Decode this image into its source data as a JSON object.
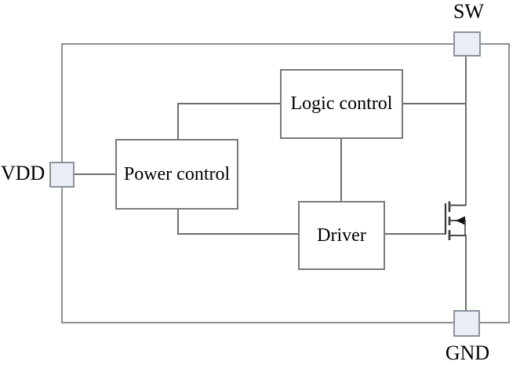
{
  "diagram": {
    "kind": "circuit-block-diagram",
    "description": "Internal block diagram of a switching regulator chip with power MOSFET",
    "blocks": {
      "logic_control": {
        "label": "Logic control"
      },
      "power_control": {
        "label": "Power control"
      },
      "driver": {
        "label": "Driver"
      }
    },
    "pins": {
      "vdd": {
        "label": "VDD",
        "position": "left"
      },
      "sw": {
        "label": "SW",
        "position": "top-right"
      },
      "gnd": {
        "label": "GND",
        "position": "bottom-right"
      }
    },
    "components": {
      "mosfet": {
        "type": "nmos-power-transistor",
        "terminals": [
          "gate",
          "drain",
          "source",
          "body"
        ]
      }
    },
    "connections": [
      {
        "from": "vdd-pad",
        "to": "power-control"
      },
      {
        "from": "power-control",
        "to": "logic-control"
      },
      {
        "from": "power-control",
        "to": "driver"
      },
      {
        "from": "logic-control",
        "to": "driver"
      },
      {
        "from": "logic-control",
        "to": "mosfet-drain-line"
      },
      {
        "from": "driver",
        "to": "mosfet-gate"
      },
      {
        "from": "sw-pad",
        "to": "mosfet-drain"
      },
      {
        "from": "mosfet-source",
        "to": "gnd-pad"
      }
    ],
    "colors": {
      "wire": "#6e6e6e",
      "block_border": "#7a7a7a",
      "chip_border": "#8f8f8f",
      "pad_fill": "#e8edf6",
      "pad_border": "#8a929b",
      "mosfet_stroke": "#383838",
      "text": "#000000",
      "background": "#ffffff"
    }
  }
}
